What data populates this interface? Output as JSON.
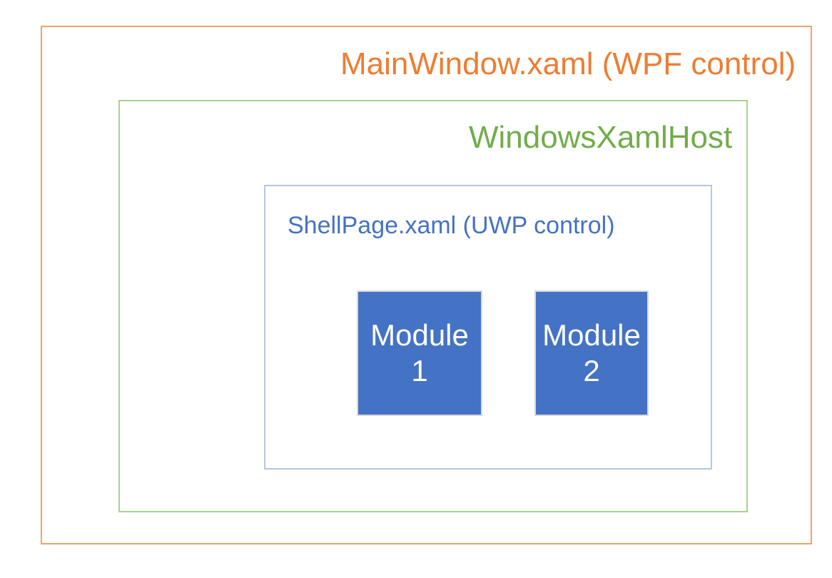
{
  "diagram": {
    "title": "MainWindow.xaml (WPF control)",
    "outer_box": {
      "label": "MainWindow.xaml (WPF control)",
      "text_color": "#ED7D31",
      "border_color": "#F1A267"
    },
    "host_box": {
      "label": "WindowsXamlHost",
      "text_color": "#70AD47",
      "border_color": "#A9D18E"
    },
    "shell_box": {
      "label": "ShellPage.xaml (UWP control)",
      "text_color": "#4472C4",
      "border_color": "#B4C7E7"
    },
    "modules": [
      {
        "line1": "Module",
        "line2": "1"
      },
      {
        "line1": "Module",
        "line2": "2"
      }
    ],
    "module_style": {
      "fill_color": "#4472C4",
      "border_color": "#D9D9D9",
      "text_color": "#FFFFFF"
    },
    "background_color": "#FFFFFF"
  }
}
